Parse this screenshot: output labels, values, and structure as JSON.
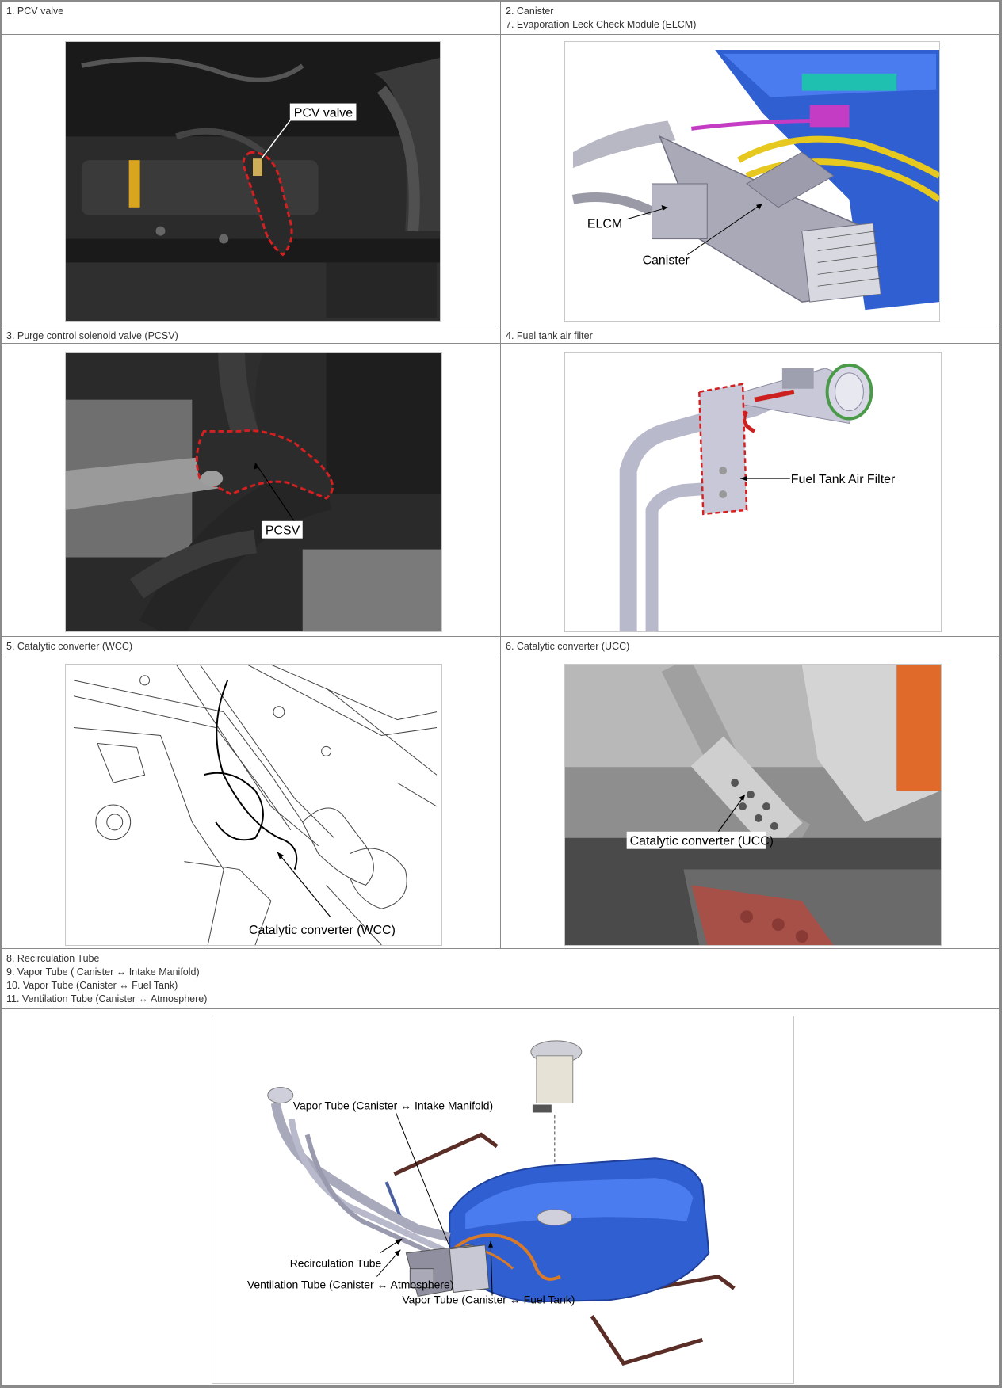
{
  "captions": {
    "c1": [
      "1. PCV valve"
    ],
    "c2": [
      "2. Canister",
      "7. Evaporation Leck Check Module (ELCM)"
    ],
    "c3": [
      "3. Purge control solenoid valve (PCSV)"
    ],
    "c4": [
      "4. Fuel tank air filter"
    ],
    "c5": [
      "5. Catalytic converter (WCC)"
    ],
    "c6": [
      "6. Catalytic converter (UCC)"
    ],
    "c8": [
      "8. Recirculation Tube",
      "9. Vapor Tube ( Canister ↔ Intake Manifold)",
      "10. Vapor Tube (Canister ↔ Fuel Tank)",
      "11. Ventilation Tube (Canister ↔ Atmosphere)"
    ]
  },
  "callouts": {
    "pcv": "PCV valve",
    "elcm": "ELCM",
    "canister": "Canister",
    "pcsv": "PCSV",
    "air_filter": "Fuel Tank Air Filter",
    "wcc": "Catalytic converter (WCC)",
    "ucc": "Catalytic converter (UCC)",
    "vapor_intake": "Vapor Tube (Canister ↔ Intake Manifold)",
    "recirc": "Recirculation Tube",
    "vent": "Ventilation Tube (Canister ↔ Atmosphere)",
    "vapor_tank": "Vapor Tube (Canister ↔ Fuel Tank)"
  },
  "colors": {
    "border": "#8a8a8a",
    "highlight": "#d42020",
    "tank_blue": "#2f5fd0",
    "hose_yellow": "#e6c81e",
    "hose_magenta": "#c43bc4",
    "canister_gray": "#a9a9b8"
  }
}
